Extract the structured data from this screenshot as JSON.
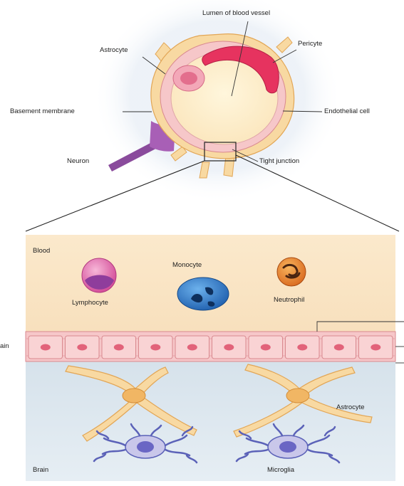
{
  "top_labels": {
    "lumen": "Lumen of blood vessel",
    "astrocyte": "Astrocyte",
    "pericyte": "Pericyte",
    "basement_membrane": "Basement membrane",
    "endothelial_cell": "Endothelial cell",
    "neuron": "Neuron",
    "tight_junction": "Tight junction"
  },
  "bottom_labels": {
    "blood": "Blood",
    "monocyte": "Monocyte",
    "lymphocyte": "Lymphocyte",
    "neutrophil": "Neutrophil",
    "left_cut": "ain",
    "astrocyte": "Astrocyte",
    "brain": "Brain",
    "microglia": "Microglia"
  },
  "colors": {
    "blood_region": "#f9e4c3",
    "brain_region": "#dfe8ef",
    "endothelial_fill": "#f6c7c9",
    "endothelial_nucleus": "#e2637a",
    "astrocyte": "#f8d9a2",
    "astrocyte_outline": "#e2a656",
    "pericyte": "#e6335f",
    "neuron": "#8a4b9c",
    "monocyte": "#2f7ac8",
    "lymphocyte": "#d44f9a",
    "neutrophil": "#e88a2e",
    "microglia": "#5b62b8"
  }
}
